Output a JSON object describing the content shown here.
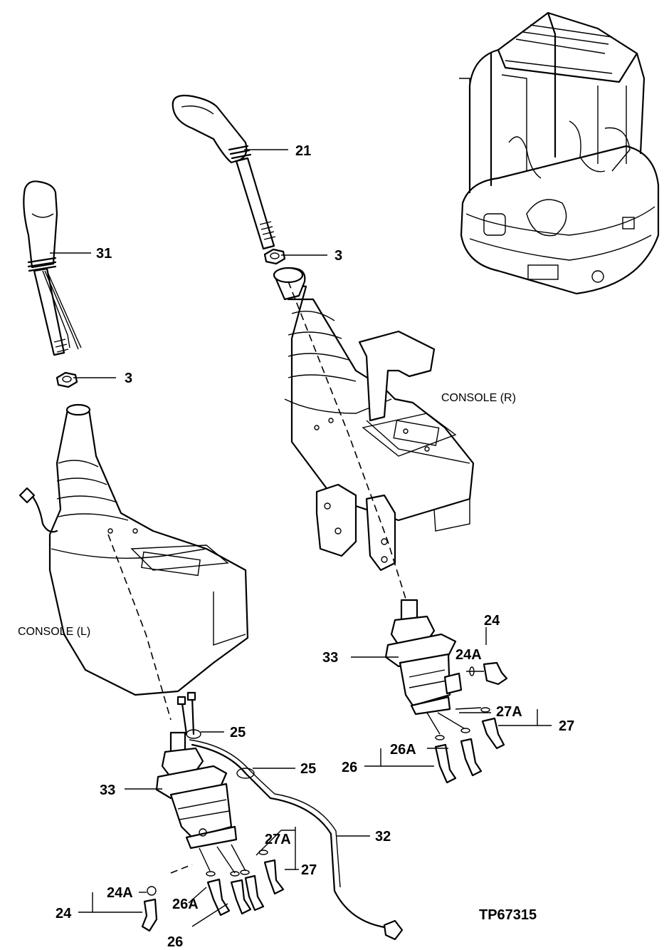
{
  "diagram": {
    "drawing_number": "TP67315",
    "captions": {
      "console_r": "CONSOLE (R)",
      "console_l": "CONSOLE (L)"
    },
    "callouts": {
      "c21": "21",
      "c3a": "3",
      "c31": "31",
      "c3b": "3",
      "c33r": "33",
      "c24r": "24",
      "c24ar": "24A",
      "c27ar": "27A",
      "c27r": "27",
      "c26ar": "26A",
      "c26r": "26",
      "c25a": "25",
      "c25b": "25",
      "c33l": "33",
      "c32": "32",
      "c27al": "27A",
      "c27l": "27",
      "c24al": "24A",
      "c24l": "24",
      "c26al": "26A",
      "c26l": "26"
    }
  }
}
